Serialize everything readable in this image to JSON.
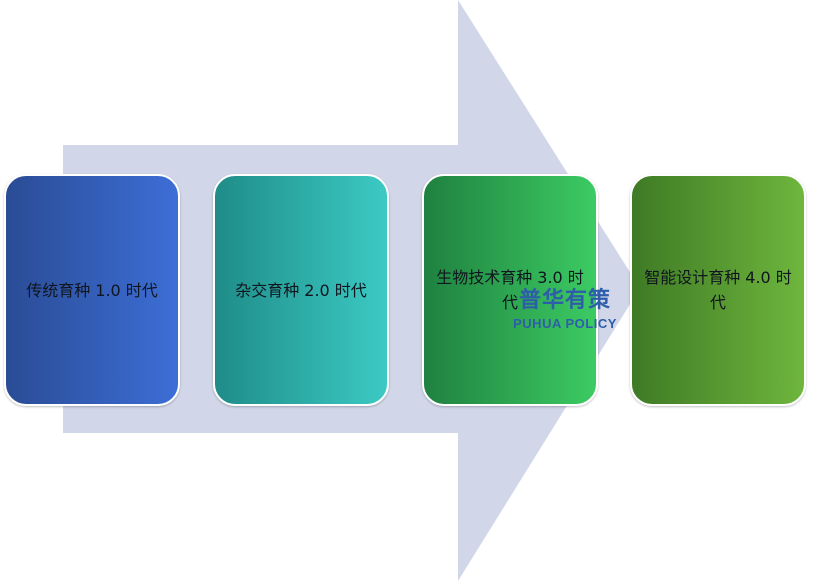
{
  "diagram": {
    "arrow_color": "#d1d7e9",
    "stages": [
      {
        "label": "传统育种 1.0 时代",
        "color_start": "#2a4c95",
        "color_end": "#3d6ed6"
      },
      {
        "label": "杂交育种 2.0 时代",
        "color_start": "#1f8c88",
        "color_end": "#3ccac4"
      },
      {
        "label": "生物技术育种 3.0 时代",
        "color_start": "#1f8140",
        "color_end": "#3ccb63"
      },
      {
        "label": "智能设计育种 4.0 时代",
        "color_start": "#3f7a25",
        "color_end": "#6eb63d"
      }
    ]
  },
  "watermark": {
    "chinese": "普华有策",
    "english": "PUHUA POLICY"
  }
}
